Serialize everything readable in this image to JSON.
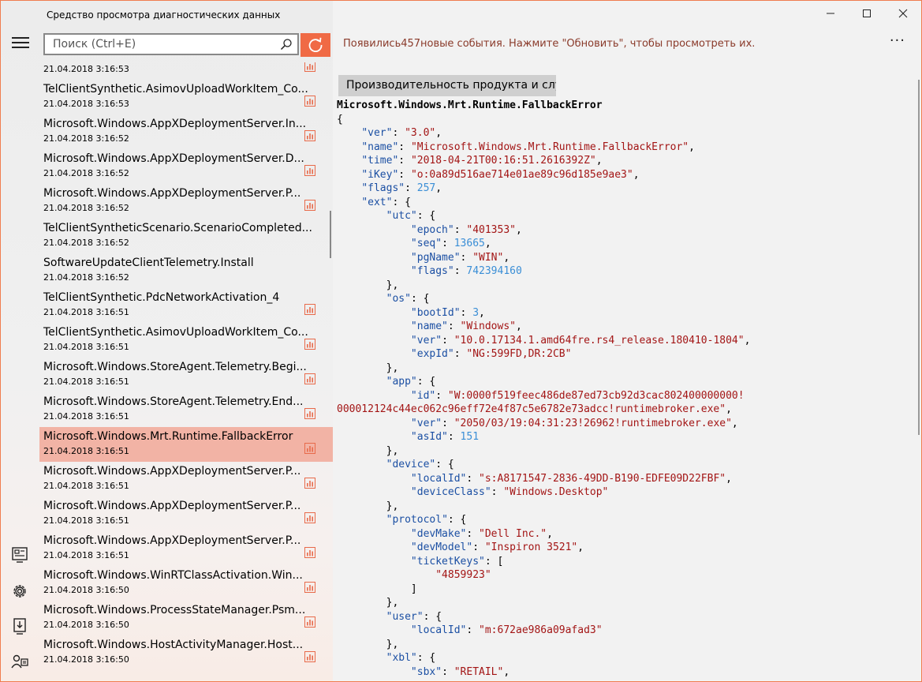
{
  "window": {
    "title": "Средство просмотра диагностических данных"
  },
  "search": {
    "placeholder": "Поиск (Ctrl+E)"
  },
  "banner": {
    "text": "Появились457новые события. Нажмите \"Обновить\", чтобы просмотреть их."
  },
  "category_chip": "Производительность продукта и слу›",
  "colors": {
    "accent": "#f06a45",
    "selected_row": "#f2b3a5",
    "banner_text": "#8a3a2a",
    "json_key": "#1b4fa3",
    "json_string": "#a31515",
    "json_number": "#3a8ed6"
  },
  "events": [
    {
      "name": "",
      "time": "21.04.2018 3:16:53",
      "selected": false,
      "icon": true
    },
    {
      "name": "TelClientSynthetic.AsimovUploadWorkItem_Co...",
      "time": "21.04.2018 3:16:53",
      "selected": false,
      "icon": true
    },
    {
      "name": "Microsoft.Windows.AppXDeploymentServer.In...",
      "time": "21.04.2018 3:16:52",
      "selected": false,
      "icon": true
    },
    {
      "name": "Microsoft.Windows.AppXDeploymentServer.D...",
      "time": "21.04.2018 3:16:52",
      "selected": false,
      "icon": true
    },
    {
      "name": "Microsoft.Windows.AppXDeploymentServer.P...",
      "time": "21.04.2018 3:16:52",
      "selected": false,
      "icon": true
    },
    {
      "name": "TelClientSyntheticScenario.ScenarioCompleted...",
      "time": "21.04.2018 3:16:52",
      "selected": false,
      "icon": false
    },
    {
      "name": "SoftwareUpdateClientTelemetry.Install",
      "time": "21.04.2018 3:16:52",
      "selected": false,
      "icon": false
    },
    {
      "name": "TelClientSynthetic.PdcNetworkActivation_4",
      "time": "21.04.2018 3:16:51",
      "selected": false,
      "icon": true
    },
    {
      "name": "TelClientSynthetic.AsimovUploadWorkItem_Co...",
      "time": "21.04.2018 3:16:51",
      "selected": false,
      "icon": true
    },
    {
      "name": "Microsoft.Windows.StoreAgent.Telemetry.Begi...",
      "time": "21.04.2018 3:16:51",
      "selected": false,
      "icon": true
    },
    {
      "name": "Microsoft.Windows.StoreAgent.Telemetry.End...",
      "time": "21.04.2018 3:16:51",
      "selected": false,
      "icon": true
    },
    {
      "name": "Microsoft.Windows.Mrt.Runtime.FallbackError",
      "time": "21.04.2018 3:16:51",
      "selected": true,
      "icon": true
    },
    {
      "name": "Microsoft.Windows.AppXDeploymentServer.P...",
      "time": "21.04.2018 3:16:51",
      "selected": false,
      "icon": true
    },
    {
      "name": "Microsoft.Windows.AppXDeploymentServer.P...",
      "time": "21.04.2018 3:16:51",
      "selected": false,
      "icon": true
    },
    {
      "name": "Microsoft.Windows.AppXDeploymentServer.P...",
      "time": "21.04.2018 3:16:51",
      "selected": false,
      "icon": true
    },
    {
      "name": "Microsoft.Windows.WinRTClassActivation.Win...",
      "time": "21.04.2018 3:16:50",
      "selected": false,
      "icon": true
    },
    {
      "name": "Microsoft.Windows.ProcessStateManager.Psm...",
      "time": "21.04.2018 3:16:50",
      "selected": false,
      "icon": true
    },
    {
      "name": "Microsoft.Windows.HostActivityManager.Host...",
      "time": "21.04.2018 3:16:50",
      "selected": false,
      "icon": true
    }
  ],
  "nav_icons": [
    "diagnostic-data-icon",
    "settings-gear-icon",
    "export-save-icon",
    "feedback-people-icon"
  ],
  "event_detail": {
    "title": "Microsoft.Windows.Mrt.Runtime.FallbackError",
    "lines": [
      [
        {
          "t": "p",
          "v": "{"
        }
      ],
      [
        {
          "t": "p",
          "v": "    "
        },
        {
          "t": "k",
          "v": "\"ver\""
        },
        {
          "t": "p",
          "v": ": "
        },
        {
          "t": "s",
          "v": "\"3.0\""
        },
        {
          "t": "p",
          "v": ","
        }
      ],
      [
        {
          "t": "p",
          "v": "    "
        },
        {
          "t": "k",
          "v": "\"name\""
        },
        {
          "t": "p",
          "v": ": "
        },
        {
          "t": "s",
          "v": "\"Microsoft.Windows.Mrt.Runtime.FallbackError\""
        },
        {
          "t": "p",
          "v": ","
        }
      ],
      [
        {
          "t": "p",
          "v": "    "
        },
        {
          "t": "k",
          "v": "\"time\""
        },
        {
          "t": "p",
          "v": ": "
        },
        {
          "t": "s",
          "v": "\"2018-04-21T00:16:51.2616392Z\""
        },
        {
          "t": "p",
          "v": ","
        }
      ],
      [
        {
          "t": "p",
          "v": "    "
        },
        {
          "t": "k",
          "v": "\"iKey\""
        },
        {
          "t": "p",
          "v": ": "
        },
        {
          "t": "s",
          "v": "\"o:0a89d516ae714e01ae89c96d185e9ae3\""
        },
        {
          "t": "p",
          "v": ","
        }
      ],
      [
        {
          "t": "p",
          "v": "    "
        },
        {
          "t": "k",
          "v": "\"flags\""
        },
        {
          "t": "p",
          "v": ": "
        },
        {
          "t": "n",
          "v": "257"
        },
        {
          "t": "p",
          "v": ","
        }
      ],
      [
        {
          "t": "p",
          "v": "    "
        },
        {
          "t": "k",
          "v": "\"ext\""
        },
        {
          "t": "p",
          "v": ": {"
        }
      ],
      [
        {
          "t": "p",
          "v": "        "
        },
        {
          "t": "k",
          "v": "\"utc\""
        },
        {
          "t": "p",
          "v": ": {"
        }
      ],
      [
        {
          "t": "p",
          "v": "            "
        },
        {
          "t": "k",
          "v": "\"epoch\""
        },
        {
          "t": "p",
          "v": ": "
        },
        {
          "t": "s",
          "v": "\"401353\""
        },
        {
          "t": "p",
          "v": ","
        }
      ],
      [
        {
          "t": "p",
          "v": "            "
        },
        {
          "t": "k",
          "v": "\"seq\""
        },
        {
          "t": "p",
          "v": ": "
        },
        {
          "t": "n",
          "v": "13665"
        },
        {
          "t": "p",
          "v": ","
        }
      ],
      [
        {
          "t": "p",
          "v": "            "
        },
        {
          "t": "k",
          "v": "\"pgName\""
        },
        {
          "t": "p",
          "v": ": "
        },
        {
          "t": "s",
          "v": "\"WIN\""
        },
        {
          "t": "p",
          "v": ","
        }
      ],
      [
        {
          "t": "p",
          "v": "            "
        },
        {
          "t": "k",
          "v": "\"flags\""
        },
        {
          "t": "p",
          "v": ": "
        },
        {
          "t": "n",
          "v": "742394160"
        }
      ],
      [
        {
          "t": "p",
          "v": "        },"
        }
      ],
      [
        {
          "t": "p",
          "v": "        "
        },
        {
          "t": "k",
          "v": "\"os\""
        },
        {
          "t": "p",
          "v": ": {"
        }
      ],
      [
        {
          "t": "p",
          "v": "            "
        },
        {
          "t": "k",
          "v": "\"bootId\""
        },
        {
          "t": "p",
          "v": ": "
        },
        {
          "t": "n",
          "v": "3"
        },
        {
          "t": "p",
          "v": ","
        }
      ],
      [
        {
          "t": "p",
          "v": "            "
        },
        {
          "t": "k",
          "v": "\"name\""
        },
        {
          "t": "p",
          "v": ": "
        },
        {
          "t": "s",
          "v": "\"Windows\""
        },
        {
          "t": "p",
          "v": ","
        }
      ],
      [
        {
          "t": "p",
          "v": "            "
        },
        {
          "t": "k",
          "v": "\"ver\""
        },
        {
          "t": "p",
          "v": ": "
        },
        {
          "t": "s",
          "v": "\"10.0.17134.1.amd64fre.rs4_release.180410-1804\""
        },
        {
          "t": "p",
          "v": ","
        }
      ],
      [
        {
          "t": "p",
          "v": "            "
        },
        {
          "t": "k",
          "v": "\"expId\""
        },
        {
          "t": "p",
          "v": ": "
        },
        {
          "t": "s",
          "v": "\"NG:599FD,DR:2CB\""
        }
      ],
      [
        {
          "t": "p",
          "v": "        },"
        }
      ],
      [
        {
          "t": "p",
          "v": "        "
        },
        {
          "t": "k",
          "v": "\"app\""
        },
        {
          "t": "p",
          "v": ": {"
        }
      ],
      [
        {
          "t": "p",
          "v": "            "
        },
        {
          "t": "k",
          "v": "\"id\""
        },
        {
          "t": "p",
          "v": ": "
        },
        {
          "t": "s",
          "v": "\"W:0000f519feec486de87ed73cb92d3cac802400000000!"
        }
      ],
      [
        {
          "t": "s",
          "v": "000012124c44ec062c96eff72e4f87c5e6782e73adcc!runtimebroker.exe\""
        },
        {
          "t": "p",
          "v": ","
        }
      ],
      [
        {
          "t": "p",
          "v": "            "
        },
        {
          "t": "k",
          "v": "\"ver\""
        },
        {
          "t": "p",
          "v": ": "
        },
        {
          "t": "s",
          "v": "\"2050/03/19:04:31:23!26962!runtimebroker.exe\""
        },
        {
          "t": "p",
          "v": ","
        }
      ],
      [
        {
          "t": "p",
          "v": "            "
        },
        {
          "t": "k",
          "v": "\"asId\""
        },
        {
          "t": "p",
          "v": ": "
        },
        {
          "t": "n",
          "v": "151"
        }
      ],
      [
        {
          "t": "p",
          "v": "        },"
        }
      ],
      [
        {
          "t": "p",
          "v": "        "
        },
        {
          "t": "k",
          "v": "\"device\""
        },
        {
          "t": "p",
          "v": ": {"
        }
      ],
      [
        {
          "t": "p",
          "v": "            "
        },
        {
          "t": "k",
          "v": "\"localId\""
        },
        {
          "t": "p",
          "v": ": "
        },
        {
          "t": "s",
          "v": "\"s:A8171547-2836-49DD-B190-EDFE09D22FBF\""
        },
        {
          "t": "p",
          "v": ","
        }
      ],
      [
        {
          "t": "p",
          "v": "            "
        },
        {
          "t": "k",
          "v": "\"deviceClass\""
        },
        {
          "t": "p",
          "v": ": "
        },
        {
          "t": "s",
          "v": "\"Windows.Desktop\""
        }
      ],
      [
        {
          "t": "p",
          "v": "        },"
        }
      ],
      [
        {
          "t": "p",
          "v": "        "
        },
        {
          "t": "k",
          "v": "\"protocol\""
        },
        {
          "t": "p",
          "v": ": {"
        }
      ],
      [
        {
          "t": "p",
          "v": "            "
        },
        {
          "t": "k",
          "v": "\"devMake\""
        },
        {
          "t": "p",
          "v": ": "
        },
        {
          "t": "s",
          "v": "\"Dell Inc.\""
        },
        {
          "t": "p",
          "v": ","
        }
      ],
      [
        {
          "t": "p",
          "v": "            "
        },
        {
          "t": "k",
          "v": "\"devModel\""
        },
        {
          "t": "p",
          "v": ": "
        },
        {
          "t": "s",
          "v": "\"Inspiron 3521\""
        },
        {
          "t": "p",
          "v": ","
        }
      ],
      [
        {
          "t": "p",
          "v": "            "
        },
        {
          "t": "k",
          "v": "\"ticketKeys\""
        },
        {
          "t": "p",
          "v": ": ["
        }
      ],
      [
        {
          "t": "p",
          "v": "                "
        },
        {
          "t": "s",
          "v": "\"4859923\""
        }
      ],
      [
        {
          "t": "p",
          "v": "            ]"
        }
      ],
      [
        {
          "t": "p",
          "v": "        },"
        }
      ],
      [
        {
          "t": "p",
          "v": "        "
        },
        {
          "t": "k",
          "v": "\"user\""
        },
        {
          "t": "p",
          "v": ": {"
        }
      ],
      [
        {
          "t": "p",
          "v": "            "
        },
        {
          "t": "k",
          "v": "\"localId\""
        },
        {
          "t": "p",
          "v": ": "
        },
        {
          "t": "s",
          "v": "\"m:672ae986a09afad3\""
        }
      ],
      [
        {
          "t": "p",
          "v": "        },"
        }
      ],
      [
        {
          "t": "p",
          "v": "        "
        },
        {
          "t": "k",
          "v": "\"xbl\""
        },
        {
          "t": "p",
          "v": ": {"
        }
      ],
      [
        {
          "t": "p",
          "v": "            "
        },
        {
          "t": "k",
          "v": "\"sbx\""
        },
        {
          "t": "p",
          "v": ": "
        },
        {
          "t": "s",
          "v": "\"RETAIL\""
        },
        {
          "t": "p",
          "v": ","
        }
      ]
    ]
  }
}
